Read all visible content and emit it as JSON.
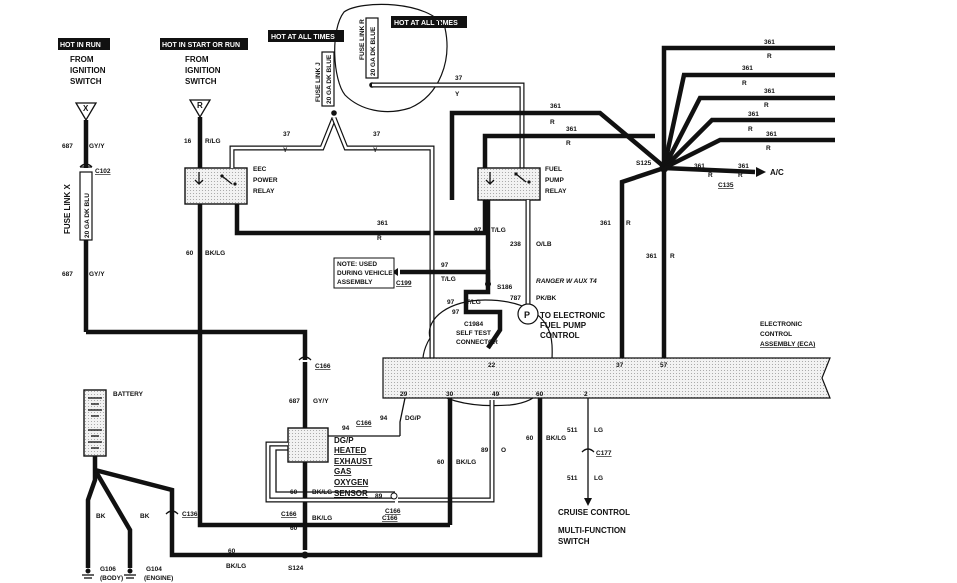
{
  "headers": {
    "hot_in_run": "HOT IN RUN",
    "hot_start_run": "HOT IN START OR RUN",
    "hot_all_times_1": "HOT AT ALL TIMES",
    "hot_all_times_2": "HOT AT ALL TIMES"
  },
  "sources": {
    "from_ign_1": [
      "FROM",
      "IGNITION",
      "SWITCH"
    ],
    "from_ign_2": [
      "FROM",
      "IGNITION",
      "SWITCH"
    ],
    "x_term": "X",
    "r_term": "R"
  },
  "fuse_links": {
    "x": {
      "name": "FUSE LINK X",
      "gauge": "20 GA DK BLU"
    },
    "j": {
      "name": "FUSE LINK J",
      "gauge": "20 GA DK BLUE"
    },
    "r": {
      "name": "FUSE LINK R",
      "gauge": "20 GA DK BLUE"
    }
  },
  "relays": {
    "eec": [
      "EEC",
      "POWER",
      "RELAY"
    ],
    "fuel": [
      "FUEL",
      "PUMP",
      "RELAY"
    ]
  },
  "connectors": {
    "c102": "C102",
    "c166a": "C166",
    "c166b": "C166",
    "c166c": "C166",
    "c166d": "C166",
    "c166e": "C166",
    "c199": "C199",
    "c135": "C135",
    "c177": "C177",
    "c136": "C136",
    "c1984": "C1984"
  },
  "splices": {
    "s125": "S125",
    "s186": "S186",
    "s124": "S124"
  },
  "wires": {
    "w687a": "687",
    "w687a_c": "GY/Y",
    "w687b": "687",
    "w687b_c": "GY/Y",
    "w16": "16",
    "w16_c": "R/LG",
    "w37a": "37",
    "w37a_c": "Y",
    "w37b": "37",
    "w37b_c": "Y",
    "w37c": "37",
    "w37c_c": "Y",
    "w60a": "60",
    "w60a_c": "BK/LG",
    "w361a": "361",
    "w361a_c": "R",
    "w361b": "361",
    "w361b_c": "R",
    "w361c": "361",
    "w361c_c": "R",
    "w97a": "97",
    "w97a_c": "T/LG",
    "w238": "238",
    "w238_c": "O/LB",
    "w97b": "97",
    "w97b_c": "T/LG",
    "w97c": "97",
    "w97c_c": "T/LG",
    "w97d": "97",
    "w787": "787",
    "w787_c": "PK/BK",
    "ranger": "RANGER W AUX T4",
    "w361_top": "361",
    "w361_r1": "R",
    "w361_r2": "361",
    "w361_r2c": "R",
    "w361_r3": "361",
    "w361_r3c": "R",
    "w361_r4": "361",
    "w361_r4c": "R",
    "w361_r5": "361",
    "w361_r5c": "R",
    "w361_ac": "361",
    "w361_ac2": "361",
    "w361_ac_c": "R",
    "w361_ac2_c": "R",
    "w361_v1": "361",
    "w361_v1c": "R",
    "w361_v2": "361",
    "w361_v2c": "R",
    "w687c": "687",
    "w687c_c": "GY/Y",
    "w94": "94",
    "w94_c": "DG/P",
    "w94b": "94",
    "w94b_c": "DG/P",
    "w60b": "60",
    "w60b_c": "BK/LG",
    "w60c": "60",
    "w60c_c": "BK/LG",
    "w60d": "60",
    "w60d_c": "BK/LG",
    "w60e": "60",
    "w60e_c": "BK/LG",
    "w89": "89",
    "w89_c": "O",
    "w89b": "89",
    "w511a": "511",
    "w511a_c": "LG",
    "w511b": "511",
    "w511b_c": "LG",
    "w60f": "60",
    "w60f_c": "BK/LG",
    "wbk1": "BK",
    "wbk2": "BK"
  },
  "ac_label": "A/C",
  "note": [
    "NOTE: USED",
    "DURING VEHICLE",
    "ASSEMBLY"
  ],
  "self_test": [
    "SELF TEST",
    "CONNECTOR"
  ],
  "p_label": "P",
  "to_pump": [
    "TO ELECTRONIC",
    "FUEL PUMP",
    "CONTROL"
  ],
  "eca": [
    "ELECTRONIC",
    "CONTROL",
    "ASSEMBLY (ECA)"
  ],
  "pins": {
    "p22": "22",
    "p37": "37",
    "p57": "57",
    "p29": "29",
    "p30": "30",
    "p49": "49",
    "p60": "60",
    "p2": "2"
  },
  "hego": [
    "DG/P",
    "HEATED",
    "EXHAUST",
    "GAS",
    "OXYGEN",
    "SENSOR"
  ],
  "battery": "BATTERY",
  "grounds": {
    "g106": "G106",
    "g106_sub": "(BODY)",
    "g104": "G104",
    "g104_sub": "(ENGINE)"
  },
  "cruise": "CRUISE CONTROL",
  "mfs": [
    "MULTI-FUNCTION",
    "SWITCH"
  ]
}
